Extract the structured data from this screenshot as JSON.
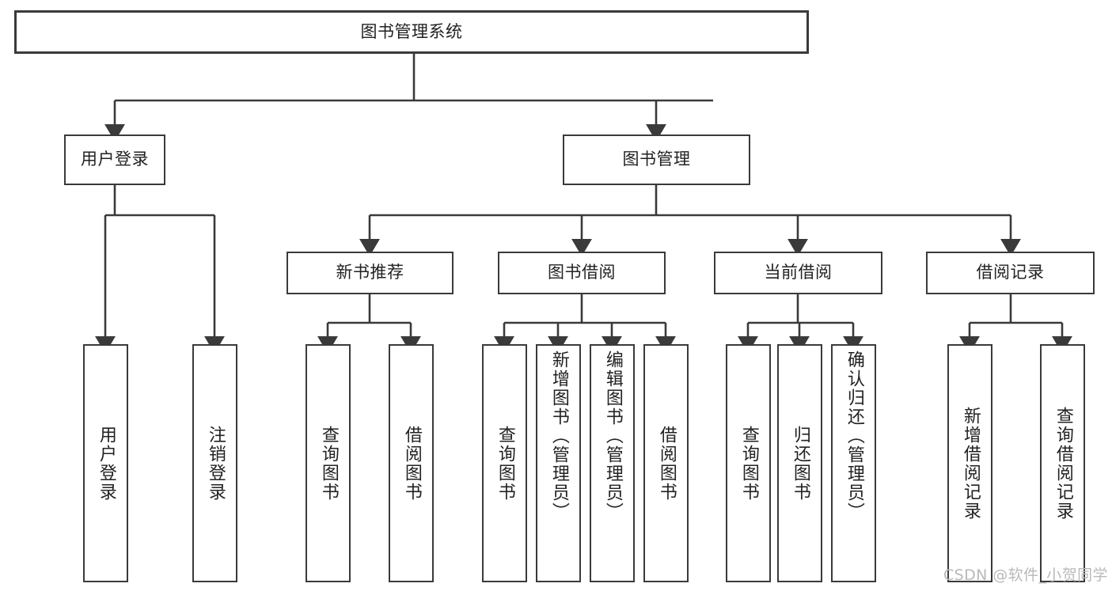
{
  "diagram": {
    "title": "图书管理系统",
    "type": "hierarchy-tree",
    "root": {
      "label": "图书管理系统"
    },
    "level2": [
      {
        "label": "用户登录"
      },
      {
        "label": "图书管理"
      }
    ],
    "level3": [
      {
        "label": "新书推荐"
      },
      {
        "label": "图书借阅"
      },
      {
        "label": "当前借阅"
      },
      {
        "label": "借阅记录"
      }
    ],
    "leaves": {
      "user_login": [
        {
          "label": "用户登录"
        },
        {
          "label": "注销登录"
        }
      ],
      "new_book_recommend": [
        {
          "label": "查询图书"
        },
        {
          "label": "借阅图书"
        }
      ],
      "book_borrow": [
        {
          "label": "查询图书"
        },
        {
          "label": "新增图书（管理员）"
        },
        {
          "label": "编辑图书（管理员）"
        },
        {
          "label": "借阅图书"
        }
      ],
      "current_borrow": [
        {
          "label": "查询图书"
        },
        {
          "label": "归还图书"
        },
        {
          "label": "确认归还（管理员）"
        }
      ],
      "borrow_record": [
        {
          "label": "新增借阅记录"
        },
        {
          "label": "查询借阅记录"
        }
      ]
    },
    "watermark": "CSDN @软件_小贺同学",
    "colors": {
      "stroke": "#3a3a3a",
      "text": "#222222",
      "background": "#ffffff",
      "watermark": "#b9b9b9"
    }
  }
}
